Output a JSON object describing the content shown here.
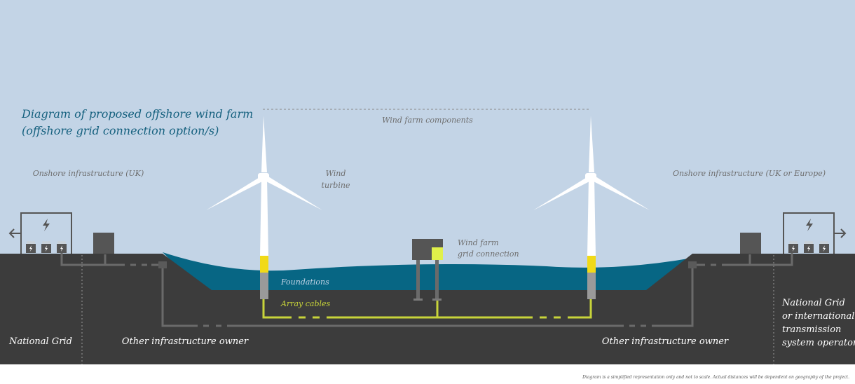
{
  "title_line1": "Diagram of proposed offshore wind farm",
  "title_line2": "(offshore grid connection option/s)",
  "labels": {
    "wind_farm_components": "Wind farm components",
    "onshore_uk": "Onshore infrastructure (UK)",
    "onshore_uk_europe": "Onshore infrastructure (UK or Europe)",
    "wind_turbine_line1": "Wind",
    "wind_turbine_line2": "turbine",
    "grid_connection_line1": "Wind farm",
    "grid_connection_line2": "grid connection",
    "foundations": "Foundations",
    "array_cables": "Array cables",
    "national_grid": "National Grid",
    "other_owner_left": "Other infrastructure owner",
    "other_owner_right": "Other infrastructure owner",
    "right_operator_line1": "National Grid",
    "right_operator_line2": "or international",
    "right_operator_line3": "transmission",
    "right_operator_line4": "system operator"
  },
  "footnote": "Diagram is a simplified representation only and not to scale. Actual distances will be dependent on geography of the project.",
  "colors": {
    "sky": "#c3d4e6",
    "ground": "#3c3c3c",
    "sea": "#076684",
    "title": "#16617f",
    "label": "#6e6e6e",
    "cable": "#c8d43a",
    "foundation_yellow": "#f1da17",
    "foundation_grey": "#9a9a9a",
    "infra_grey": "#555555",
    "white": "#ffffff"
  },
  "icons": [
    "substation-icon",
    "transformer-icon",
    "lightning-bolt-icon",
    "arrow-left-icon",
    "arrow-right-icon",
    "wind-turbine-icon"
  ]
}
